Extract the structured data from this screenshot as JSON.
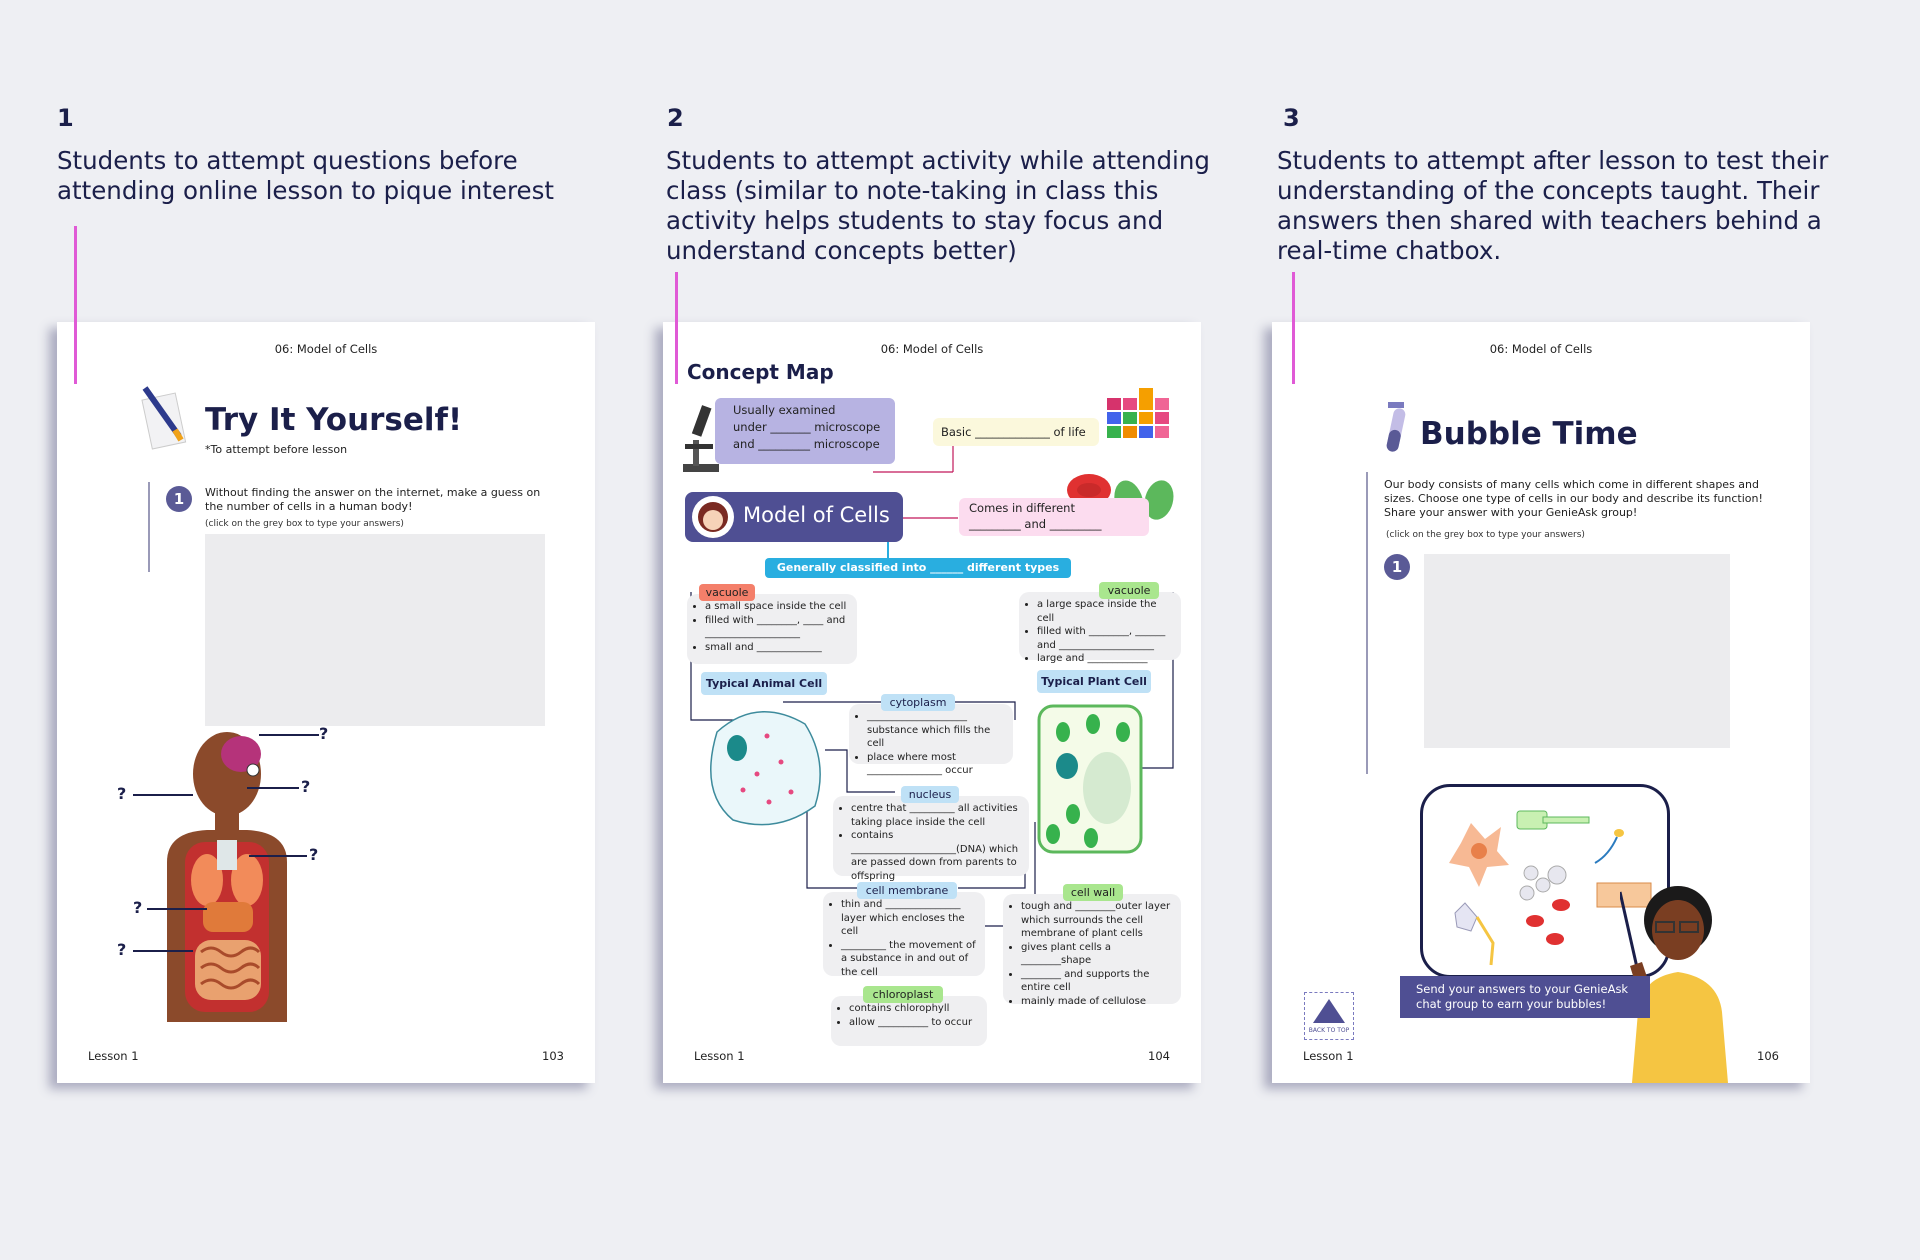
{
  "columns": [
    {
      "number": "1",
      "desc": "Students to attempt questions before attending online lesson to pique interest"
    },
    {
      "number": "2",
      "desc": "Students to attempt activity while attending class (similar to note-taking in class this activity helps students to stay focus and understand concepts better)"
    },
    {
      "number": "3",
      "desc": "Students to attempt after lesson to test their understanding of the concepts taught. Their answers then shared with teachers behind a real-time chatbox."
    }
  ],
  "page1": {
    "header": "06: Model of Cells",
    "title": "Try It Yourself!",
    "subtitle": "*To attempt before lesson",
    "q_number": "1",
    "question": "Without finding the answer on the internet, make a guess on the number of cells in a human body!",
    "hint": "(click on the grey box to type your answers)",
    "qmark": "?",
    "footer_left": "Lesson  1",
    "footer_right": "103"
  },
  "page2": {
    "header": "06: Model of Cells",
    "title": "Concept Map",
    "microscope_l1": "Usually examined",
    "microscope_l2": "under _______ microscope",
    "microscope_l3": "and _________ microscope",
    "basic": "Basic _____________ of life",
    "center": "Model of Cells",
    "comes_l1": "Comes in different",
    "comes_l2": "_________ and _________",
    "classified": "Generally classified into ______ different types",
    "vacuole_a": "vacuole",
    "vacuole_a_items": [
      "a small space inside the cell",
      "filled with ________, ____ and ___________________",
      "small and _____________"
    ],
    "vacuole_p": "vacuole",
    "vacuole_p_items": [
      "a large space inside the cell",
      "filled with ________, ______ and ___________________",
      "large and ____________"
    ],
    "animal": "Typical Animal Cell",
    "plant": "Typical Plant Cell",
    "cytoplasm": "cytoplasm",
    "cytoplasm_items": [
      "____________________ substance which fills the cell",
      "place where most _______________ occur"
    ],
    "nucleus": "nucleus",
    "nucleus_items": [
      "centre that _________ all activities taking place inside the cell",
      "contains _____________________(DNA) which are passed down from parents to offspring"
    ],
    "membrane": "cell membrane",
    "membrane_items": [
      "thin and _______________ layer which encloses the cell",
      "_________ the movement of a substance in and out of the cell"
    ],
    "wall": "cell wall",
    "wall_items": [
      "tough and ________outer layer which surrounds the cell membrane of plant cells",
      "gives plant cells a ________shape",
      "________ and supports the entire cell",
      "mainly made of cellulose"
    ],
    "chloroplast": "chloroplast",
    "chloroplast_items": [
      "contains chlorophyll",
      "allow __________ to occur"
    ],
    "footer_left": "Lesson  1",
    "footer_right": "104"
  },
  "page3": {
    "header": "06: Model of Cells",
    "title": "Bubble Time",
    "body": "Our body consists of many cells which come in different shapes and sizes. Choose one type of cells in our body and describe its function! Share your answer with your GenieAsk group!",
    "hint": "(click on the grey box to type your answers)",
    "q_number": "1",
    "send": "Send your answers to your GenieAsk chat group to earn your bubbles!",
    "back_to_top": "BACK TO TOP",
    "footer_left": "Lesson  1",
    "footer_right": "106"
  },
  "colors": {
    "navy": "#1b1f4a",
    "magenta": "#e05ad6",
    "purple": "#5a5a96",
    "lavender": "#c3bde6",
    "blue": "#29aee0"
  }
}
